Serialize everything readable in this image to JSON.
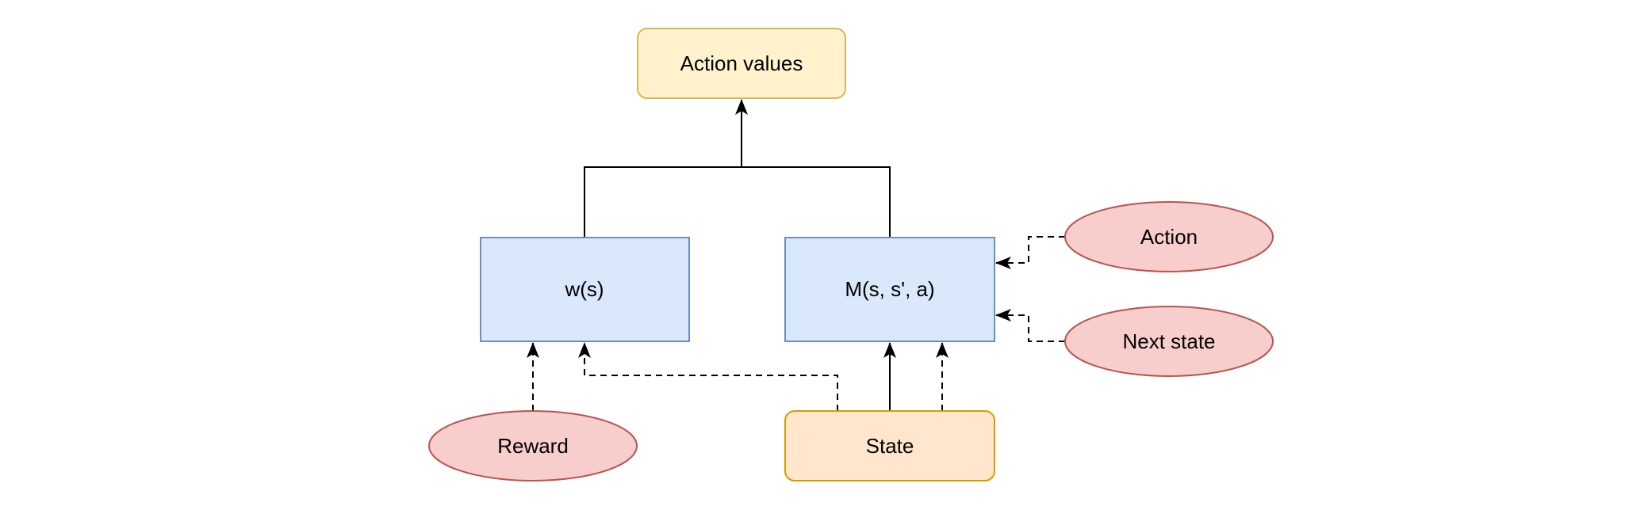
{
  "diagram": {
    "nodes": {
      "action_values": {
        "label": "Action values",
        "shape": "rounded-rect",
        "fill": "#fff2cc",
        "stroke": "#d6b656"
      },
      "w": {
        "label": "w(s)",
        "shape": "rect",
        "fill": "#dae8fc",
        "stroke": "#6c8ebf"
      },
      "m": {
        "label": "M(s, s', a)",
        "shape": "rect",
        "fill": "#dae8fc",
        "stroke": "#6c8ebf"
      },
      "action": {
        "label": "Action",
        "shape": "ellipse",
        "fill": "#f8cecc",
        "stroke": "#b85450"
      },
      "next_state": {
        "label": "Next state",
        "shape": "ellipse",
        "fill": "#f8cecc",
        "stroke": "#b85450"
      },
      "reward": {
        "label": "Reward",
        "shape": "ellipse",
        "fill": "#f8cecc",
        "stroke": "#b85450"
      },
      "state": {
        "label": "State",
        "shape": "rounded-rect",
        "fill": "#ffe6cc",
        "stroke": "#d79b00"
      }
    },
    "edges": [
      {
        "from": "w",
        "to": "action_values",
        "style": "solid"
      },
      {
        "from": "m",
        "to": "action_values",
        "style": "solid"
      },
      {
        "from": "action",
        "to": "m",
        "style": "dashed"
      },
      {
        "from": "next_state",
        "to": "m",
        "style": "dashed"
      },
      {
        "from": "reward",
        "to": "w",
        "style": "dashed"
      },
      {
        "from": "state",
        "to": "w",
        "style": "dashed"
      },
      {
        "from": "state",
        "to": "m",
        "style": "solid"
      },
      {
        "from": "state",
        "to": "m",
        "style": "dashed"
      }
    ]
  }
}
